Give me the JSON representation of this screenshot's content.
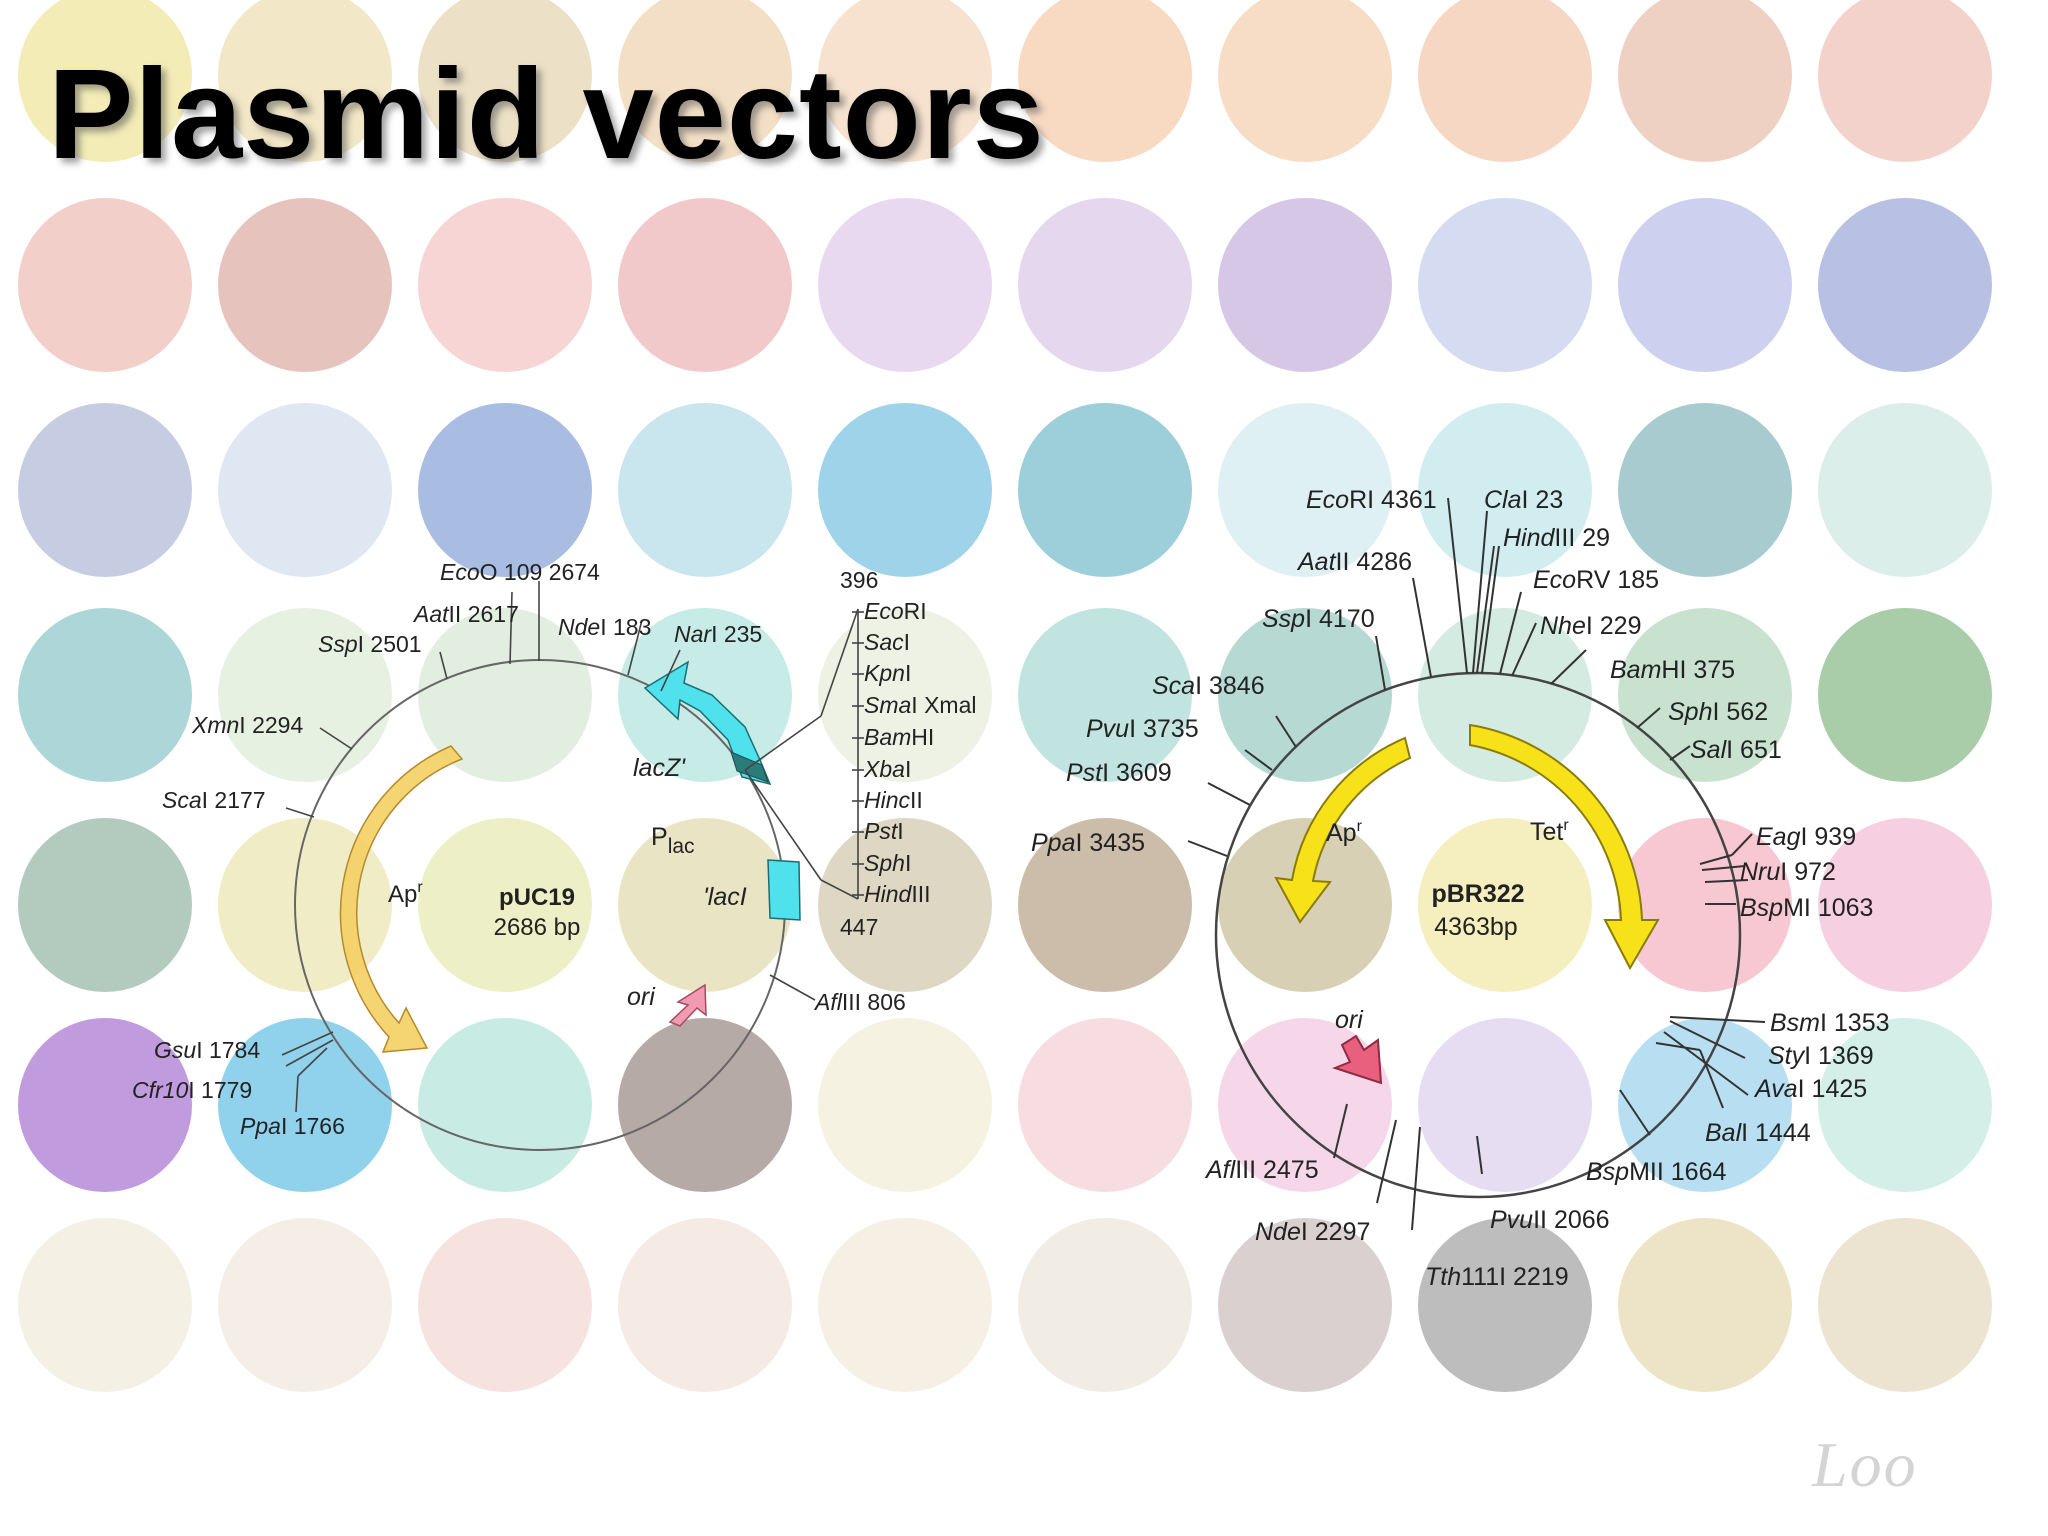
{
  "slide": {
    "title": "Plasmid vectors",
    "watermark": "Loo"
  },
  "background_dot_colors": [
    [
      "#f3ecb6",
      "#f2e7c6",
      "#ece1c7",
      "#f3dfc6",
      "#f6e2cf",
      "#f8d9c2",
      "#f7dcc6",
      "#f5d7c3",
      "#eed1c3",
      "#f3d2cc"
    ],
    [
      "#f2cfc8",
      "#e6c4bd",
      "#f6d5d4",
      "#f2c9cb",
      "#e8d9f0",
      "#e4d7ee",
      "#d6c7e6",
      "#d5dbf1",
      "#cdd1ef",
      "#b8c1e3"
    ],
    [
      "#c6cde3",
      "#dfe7f3",
      "#a8bde1",
      "#c9e6ee",
      "#9fd3ea",
      "#9ccfd9",
      "#dff0f4",
      "#d1edf0",
      "#a7cbcf",
      "#dbeee9"
    ],
    [
      "#acd6d8",
      "#e7f1e2",
      "#e2efe0",
      "#c7ebe6",
      "#eef2e4",
      "#c2e4e1",
      "#b6d9d4",
      "#d4ebe1",
      "#c8e2cf",
      "#a9cda9"
    ],
    [
      "#b3cbbe",
      "#efecc6",
      "#edefc6",
      "#e9e5c4",
      "#ded7c4",
      "#cbbda9",
      "#d8d0b4",
      "#f5efbf",
      "#f7c7d2",
      "#f6cfe1"
    ],
    [
      "#c09cde",
      "#90d1ec",
      "#c8ece4",
      "#b6aaa6",
      "#f5f2e2",
      "#f7dde2",
      "#f6d7ea",
      "#e6ddf2",
      "#b8dff1",
      "#d3efe8"
    ],
    [
      "#f4f0e4",
      "#f5eee7",
      "#f6e3df",
      "#f6eae5",
      "#f6f0e4",
      "#f2ede4",
      "#d9d0cf",
      "#bdbdbd",
      "#ede4c7",
      "#ece4d1"
    ]
  ],
  "puc19": {
    "name": "pUC19",
    "size": "2686 bp",
    "genes": {
      "ap": "Ap",
      "ap_sup": "r",
      "lacz": "lacZ'",
      "plac": "P",
      "plac_sub": "lac",
      "laci": "lacI",
      "ori": "ori"
    },
    "sites": [
      {
        "id": "ecoo109",
        "italic": "Eco",
        "plain": "O 109",
        "pos": "2674"
      },
      {
        "id": "aatii",
        "italic": "Aat",
        "plain": "II",
        "pos": "2617"
      },
      {
        "id": "sspi",
        "italic": "Ssp",
        "plain": "I",
        "pos": "2501"
      },
      {
        "id": "xmni",
        "italic": "Xmn",
        "plain": "I",
        "pos": "2294"
      },
      {
        "id": "scai",
        "italic": "Sca",
        "plain": "I",
        "pos": "2177"
      },
      {
        "id": "ndei",
        "italic": "Nde",
        "plain": "I",
        "pos": "183"
      },
      {
        "id": "nari",
        "italic": "Nar",
        "plain": "I",
        "pos": "235"
      },
      {
        "id": "aflIII",
        "italic": "Afl",
        "plain": "III",
        "pos": "806"
      },
      {
        "id": "gsui",
        "italic": "Gsu",
        "plain": "I",
        "pos": "1784"
      },
      {
        "id": "cfr10i",
        "italic": "Cfr10",
        "plain": "I",
        "pos": "1779"
      },
      {
        "id": "ppai",
        "italic": "Ppa",
        "plain": "I",
        "pos": "1766"
      }
    ],
    "mcs": {
      "start": "396",
      "end": "447",
      "enzymes": [
        {
          "italic": "Eco",
          "plain": "RI"
        },
        {
          "italic": "Sac",
          "plain": "I"
        },
        {
          "italic": "Kpn",
          "plain": "I"
        },
        {
          "italic": "Sma",
          "plain": "I Xmal"
        },
        {
          "italic": "Bam",
          "plain": "HI"
        },
        {
          "italic": "Xba",
          "plain": "I"
        },
        {
          "italic": "Hinc",
          "plain": "II"
        },
        {
          "italic": "Pst",
          "plain": "I"
        },
        {
          "italic": "Sph",
          "plain": "I"
        },
        {
          "italic": "Hind",
          "plain": "III"
        }
      ]
    },
    "colors": {
      "ap": "#f4cf63",
      "lacz": "#4fe1ec",
      "lacz_dark": "#2b7b7b",
      "laci": "#4fe1ec",
      "ori": "#f29ab2"
    }
  },
  "pbr322": {
    "name": "pBR322",
    "size": "4363bp",
    "genes": {
      "ap": "Ap",
      "ap_sup": "r",
      "tet": "Tet",
      "tet_sup": "r",
      "ori": "ori"
    },
    "sites": [
      {
        "id": "ecori",
        "italic": "Eco",
        "plain": "RI",
        "pos": "4361"
      },
      {
        "id": "clai",
        "italic": "Cla",
        "plain": "I",
        "pos": "23"
      },
      {
        "id": "hindiii",
        "italic": "Hind",
        "plain": "III",
        "pos": "29"
      },
      {
        "id": "aatii",
        "italic": "Aat",
        "plain": "II",
        "pos": "4286"
      },
      {
        "id": "ecorv",
        "italic": "Eco",
        "plain": "RV",
        "pos": "185"
      },
      {
        "id": "sspi",
        "italic": "Ssp",
        "plain": "I",
        "pos": "4170"
      },
      {
        "id": "nhei",
        "italic": "Nhe",
        "plain": "I",
        "pos": "229"
      },
      {
        "id": "bamhi",
        "italic": "Bam",
        "plain": "HI",
        "pos": "375"
      },
      {
        "id": "scai",
        "italic": "Sca",
        "plain": "I",
        "pos": "3846"
      },
      {
        "id": "sphi",
        "italic": "Sph",
        "plain": "I",
        "pos": "562"
      },
      {
        "id": "pvui",
        "italic": "Pvu",
        "plain": "I",
        "pos": "3735"
      },
      {
        "id": "sali",
        "italic": "Sal",
        "plain": "I",
        "pos": "651"
      },
      {
        "id": "psti",
        "italic": "Pst",
        "plain": "I",
        "pos": "3609"
      },
      {
        "id": "ppai",
        "italic": "Ppa",
        "plain": "I",
        "pos": "3435"
      },
      {
        "id": "eagi",
        "italic": "Eag",
        "plain": "I",
        "pos": "939"
      },
      {
        "id": "drui",
        "italic": "Nru",
        "plain": "I",
        "pos": "972"
      },
      {
        "id": "bspmi",
        "italic": "Bsp",
        "plain": "MI",
        "pos": "1063"
      },
      {
        "id": "bsmi",
        "italic": "Bsm",
        "plain": "I",
        "pos": "1353"
      },
      {
        "id": "styi",
        "italic": "Sty",
        "plain": "I",
        "pos": "1369"
      },
      {
        "id": "avai",
        "italic": "Ava",
        "plain": "I",
        "pos": "1425"
      },
      {
        "id": "bali",
        "italic": "Bal",
        "plain": "I",
        "pos": "1444"
      },
      {
        "id": "bspmii",
        "italic": "Bsp",
        "plain": "MII",
        "pos": "1664"
      },
      {
        "id": "pvuii",
        "italic": "Pvu",
        "plain": "II",
        "pos": "2066"
      },
      {
        "id": "tth111i",
        "italic": "Tth",
        "plain": "111I",
        "pos": "2219"
      },
      {
        "id": "ndei",
        "italic": "Nde",
        "plain": "I",
        "pos": "2297"
      },
      {
        "id": "aflIII",
        "italic": "Afl",
        "plain": "III",
        "pos": "2475"
      }
    ],
    "colors": {
      "ap": "#f7e21a",
      "tet": "#f7e21a",
      "ori": "#e8607d"
    }
  }
}
